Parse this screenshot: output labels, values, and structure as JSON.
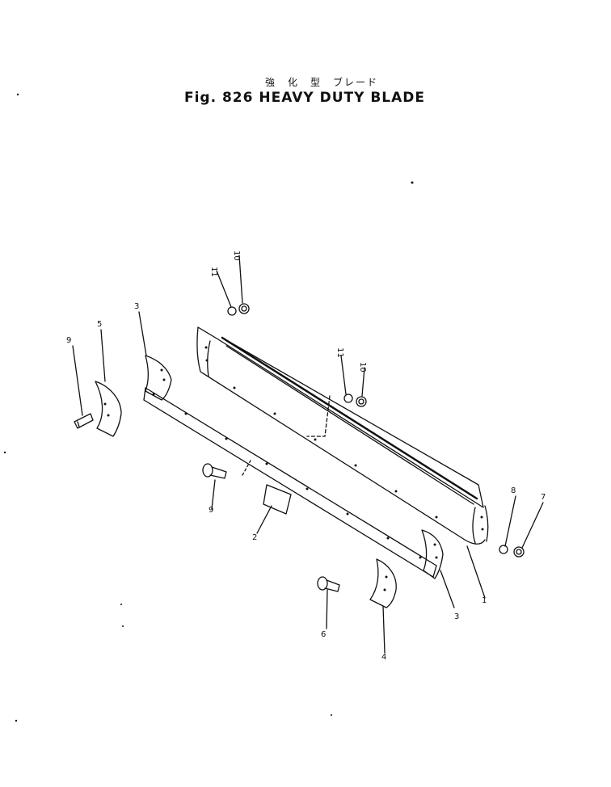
{
  "title": {
    "japanese": "強　化　型　ブレード",
    "english": "Fig. 826 HEAVY DUTY BLADE"
  },
  "callouts": {
    "c1": "1",
    "c2": "2",
    "c3a": "3",
    "c3b": "3",
    "c4": "4",
    "c5": "5",
    "c6": "6",
    "c7": "7",
    "c8": "8",
    "c9a": "9",
    "c9b": "9",
    "c10a": "10",
    "c10b": "10",
    "c11a": "11",
    "c11b": "11"
  }
}
